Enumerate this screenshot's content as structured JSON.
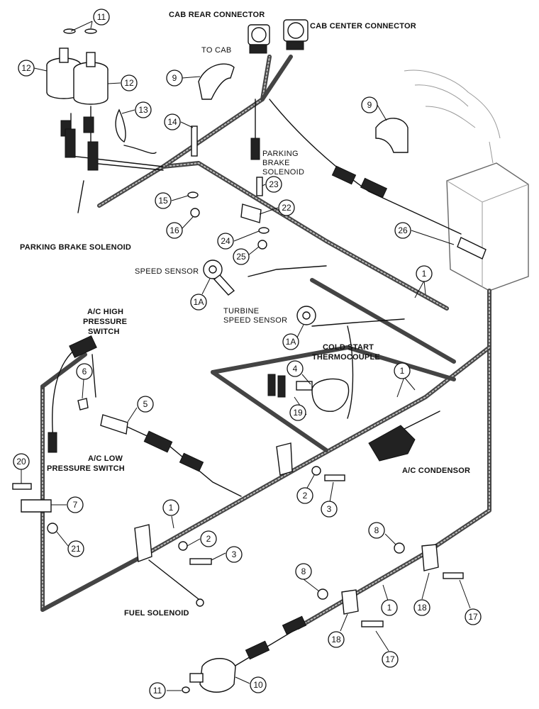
{
  "labels": {
    "cab_rear_connector": "CAB REAR CONNECTOR",
    "cab_center_connector": "CAB CENTER CONNECTOR",
    "to_cab": "TO CAB",
    "parking_brake_solenoid_upper_1": "PARKING",
    "parking_brake_solenoid_upper_2": "BRAKE",
    "parking_brake_solenoid_upper_3": "SOLENOID",
    "parking_brake_solenoid_left": "PARKING BRAKE SOLENOID",
    "speed_sensor": "SPEED SENSOR",
    "turbine_speed_sensor_1": "TURBINE",
    "turbine_speed_sensor_2": "SPEED SENSOR",
    "cold_start_thermocouple_1": "COLD START",
    "cold_start_thermocouple_2": "THERMOCOUPLE",
    "ac_high_pressure_switch_1": "A/C HIGH",
    "ac_high_pressure_switch_2": "PRESSURE",
    "ac_high_pressure_switch_3": "SWITCH",
    "ac_low_pressure_switch_1": "A/C LOW",
    "ac_low_pressure_switch_2": "PRESSURE SWITCH",
    "ac_condensor": "A/C CONDENSOR",
    "fuel_solenoid": "FUEL SOLENOID"
  },
  "callouts": [
    {
      "id": "c11a",
      "text": "11"
    },
    {
      "id": "c12a",
      "text": "12"
    },
    {
      "id": "c12b",
      "text": "12"
    },
    {
      "id": "c13",
      "text": "13"
    },
    {
      "id": "c14",
      "text": "14"
    },
    {
      "id": "c9a",
      "text": "9"
    },
    {
      "id": "c9b",
      "text": "9"
    },
    {
      "id": "c23",
      "text": "23"
    },
    {
      "id": "c22",
      "text": "22"
    },
    {
      "id": "c15",
      "text": "15"
    },
    {
      "id": "c16",
      "text": "16"
    },
    {
      "id": "c24",
      "text": "24"
    },
    {
      "id": "c25",
      "text": "25"
    },
    {
      "id": "c26",
      "text": "26"
    },
    {
      "id": "c1a",
      "text": "1"
    },
    {
      "id": "c1A_a",
      "text": "1A"
    },
    {
      "id": "c1A_b",
      "text": "1A"
    },
    {
      "id": "c4",
      "text": "4"
    },
    {
      "id": "c19",
      "text": "19"
    },
    {
      "id": "c1b",
      "text": "1"
    },
    {
      "id": "c6",
      "text": "6"
    },
    {
      "id": "c5",
      "text": "5"
    },
    {
      "id": "c20",
      "text": "20"
    },
    {
      "id": "c7",
      "text": "7"
    },
    {
      "id": "c21",
      "text": "21"
    },
    {
      "id": "c2a",
      "text": "2"
    },
    {
      "id": "c3a",
      "text": "3"
    },
    {
      "id": "c1c",
      "text": "1"
    },
    {
      "id": "c2b",
      "text": "2"
    },
    {
      "id": "c3b",
      "text": "3"
    },
    {
      "id": "c8a",
      "text": "8"
    },
    {
      "id": "c8b",
      "text": "8"
    },
    {
      "id": "c1d",
      "text": "1"
    },
    {
      "id": "c18a",
      "text": "18"
    },
    {
      "id": "c18b",
      "text": "18"
    },
    {
      "id": "c17a",
      "text": "17"
    },
    {
      "id": "c17b",
      "text": "17"
    },
    {
      "id": "c11b",
      "text": "11"
    },
    {
      "id": "c10",
      "text": "10"
    }
  ]
}
